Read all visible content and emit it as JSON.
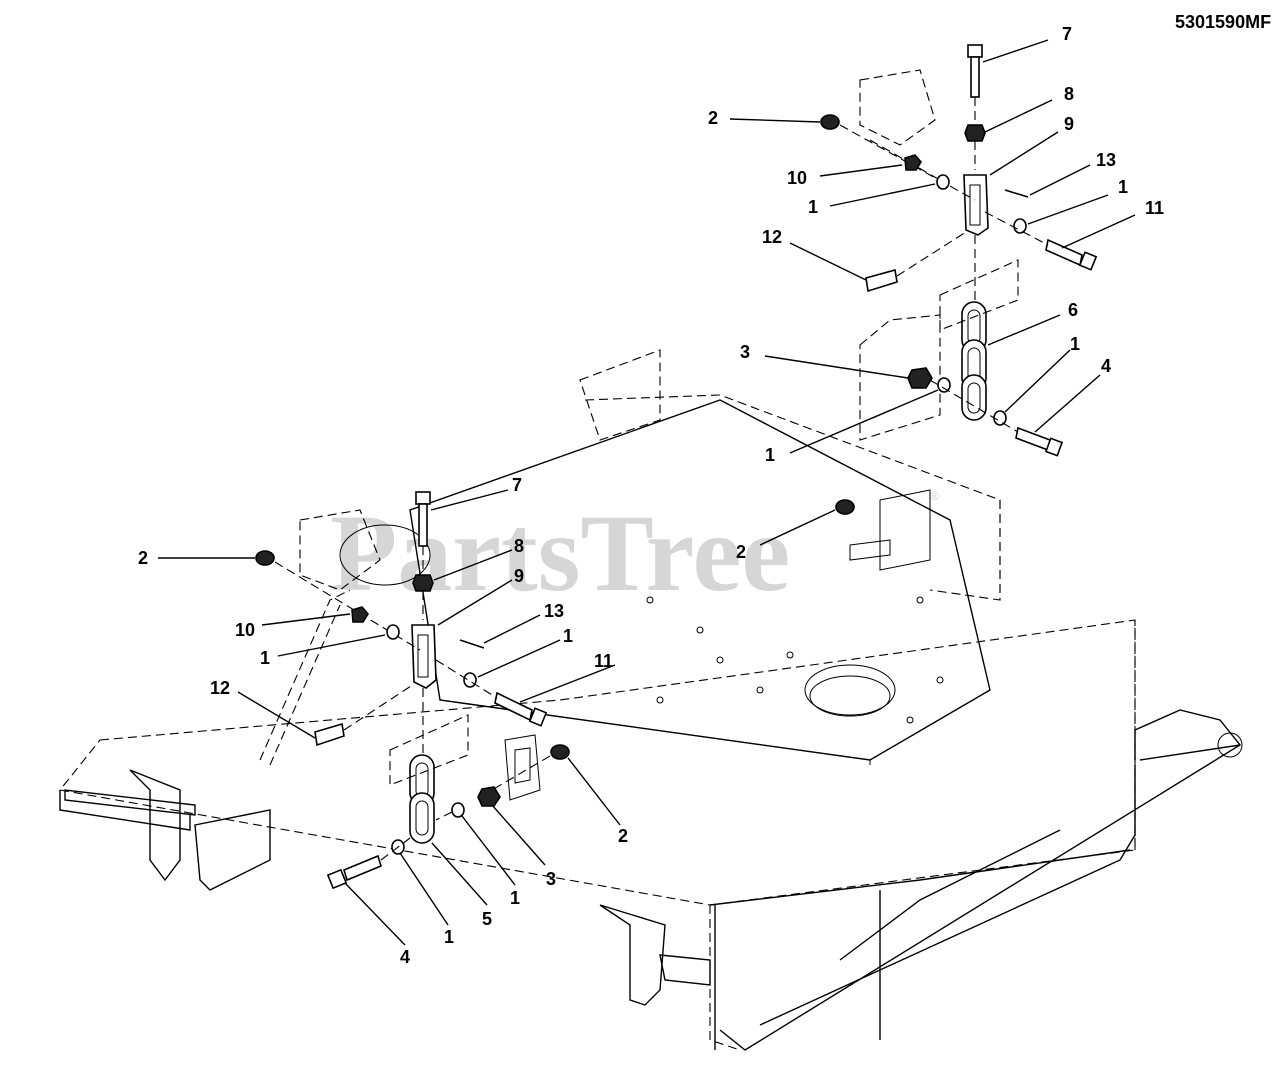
{
  "diagram": {
    "part_code": "5301590MF",
    "watermark": "PartsTree",
    "watermark_mark": "®",
    "callouts": [
      "7",
      "8",
      "9",
      "13",
      "1",
      "11",
      "2",
      "10",
      "1",
      "12",
      "6",
      "3",
      "1",
      "4",
      "1",
      "2",
      "7",
      "8",
      "9",
      "2",
      "10",
      "1",
      "13",
      "1",
      "11",
      "12",
      "2",
      "3",
      "1",
      "5",
      "1",
      "4"
    ]
  }
}
